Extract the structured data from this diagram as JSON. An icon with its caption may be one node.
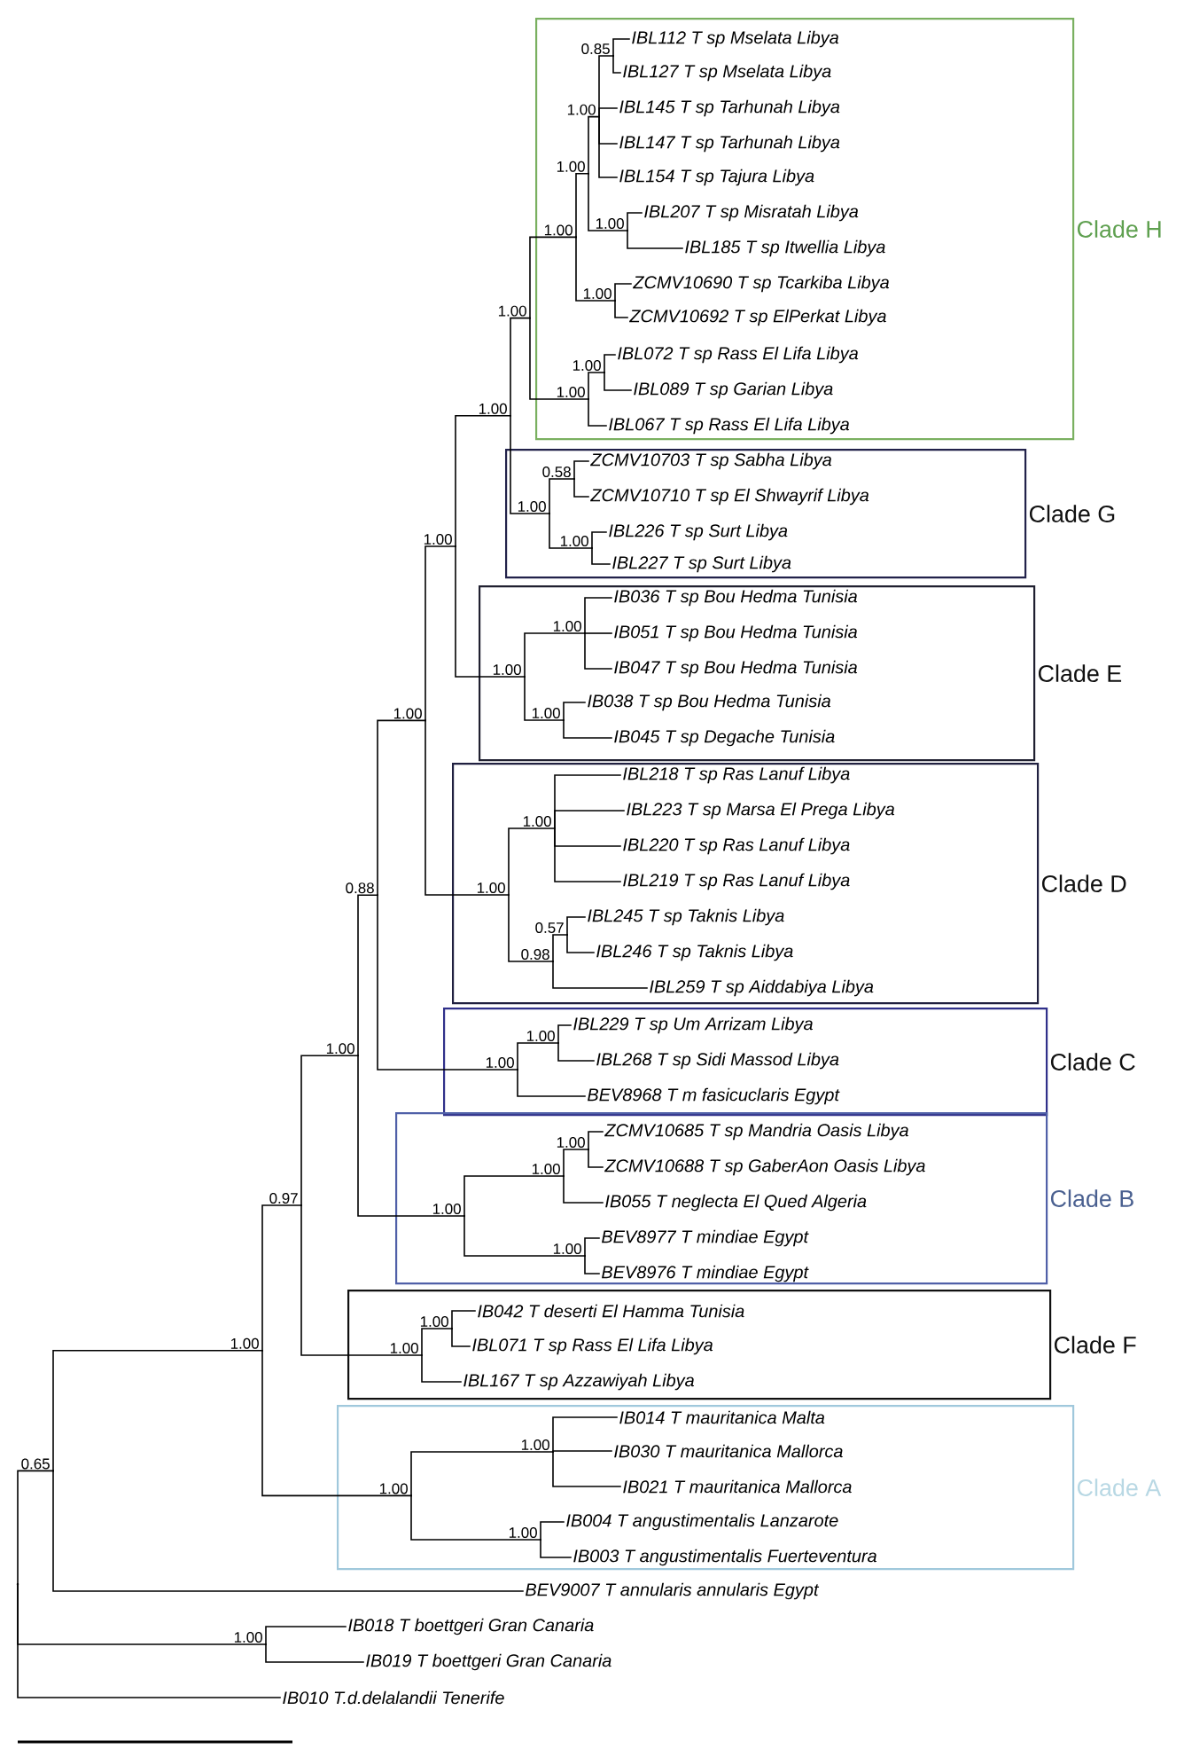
{
  "diagram": {
    "nodes": [
      {
        "text": [],
        "shape": "point"
      },
      {
        "text": [
          "0.65"
        ]
      },
      {
        "text": [
          "1.00"
        ]
      },
      {
        "text": [
          "0.97"
        ]
      },
      {
        "text": [
          "1.00"
        ]
      },
      {
        "text": [
          "0.88"
        ]
      },
      {
        "text": [
          "1.00"
        ]
      },
      {
        "text": [
          "1.00"
        ]
      },
      {
        "text": [
          "1.00"
        ]
      },
      {
        "text": [
          "1.00"
        ]
      },
      {
        "text": [
          "Clade H"
        ]
      },
      {
        "text": [
          "1.00"
        ],
        "in": 10
      },
      {
        "text": [
          "1.00"
        ],
        "in": 10
      },
      {
        "text": [
          "1.00"
        ],
        "in": 10
      },
      {
        "text": [
          "0.85"
        ],
        "in": 10
      },
      {
        "text": [
          "IBL112 T sp Mselata Libya"
        ],
        "in": 10
      },
      {
        "text": [
          "IBL127 T sp Mselata Libya"
        ],
        "in": 10
      },
      {
        "text": [
          "IBL145 T sp Tarhunah Libya"
        ],
        "in": 10
      },
      {
        "text": [
          "IBL147 T sp Tarhunah Libya"
        ],
        "in": 10
      },
      {
        "text": [
          "IBL154 T sp Tajura Libya"
        ],
        "in": 10
      },
      {
        "text": [
          "1.00"
        ],
        "in": 10
      },
      {
        "text": [
          "IBL207 T sp Misratah Libya"
        ],
        "in": 10
      },
      {
        "text": [
          "IBL185 T sp Itwellia Libya"
        ],
        "in": 10
      },
      {
        "text": [
          "1.00"
        ],
        "in": 10
      },
      {
        "text": [
          "ZCMV10690 T sp Tcarkiba Libya"
        ],
        "in": 10
      },
      {
        "text": [
          "ZCMV10692 T sp ElPerkat Libya"
        ],
        "in": 10
      },
      {
        "text": [
          "1.00"
        ],
        "in": 10
      },
      {
        "text": [
          "1.00"
        ],
        "in": 10
      },
      {
        "text": [
          "IBL072 T sp Rass El Lifa Libya"
        ],
        "in": 10
      },
      {
        "text": [
          "IBL089 T sp Garian Libya"
        ],
        "in": 10
      },
      {
        "text": [
          "IBL067 T sp Rass El Lifa Libya"
        ],
        "in": 10
      },
      {
        "text": [
          "Clade G"
        ]
      },
      {
        "text": [
          "1.00"
        ],
        "in": 31
      },
      {
        "text": [
          "0.58"
        ],
        "in": 31
      },
      {
        "text": [
          "ZCMV10703 T sp Sabha Libya"
        ],
        "in": 31
      },
      {
        "text": [
          "ZCMV10710 T sp El Shwayrif Libya"
        ],
        "in": 31
      },
      {
        "text": [
          "1.00"
        ],
        "in": 31
      },
      {
        "text": [
          "IBL226 T sp Surt Libya"
        ],
        "in": 31
      },
      {
        "text": [
          "IBL227 T sp Surt Libya"
        ],
        "in": 31
      },
      {
        "text": [
          "Clade E"
        ]
      },
      {
        "text": [
          "1.00"
        ],
        "in": 39
      },
      {
        "text": [
          "1.00"
        ],
        "in": 39
      },
      {
        "text": [
          "IB036 T sp Bou Hedma Tunisia"
        ],
        "in": 39
      },
      {
        "text": [
          "IB051 T sp Bou Hedma Tunisia"
        ],
        "in": 39
      },
      {
        "text": [
          "IB047 T sp Bou Hedma Tunisia"
        ],
        "in": 39
      },
      {
        "text": [
          "1.00"
        ],
        "in": 39
      },
      {
        "text": [
          "IB038 T sp Bou Hedma Tunisia"
        ],
        "in": 39
      },
      {
        "text": [
          "IB045 T sp Degache Tunisia"
        ],
        "in": 39
      },
      {
        "text": [
          "Clade D"
        ]
      },
      {
        "text": [
          "1.00"
        ],
        "in": 48
      },
      {
        "text": [
          "1.00"
        ],
        "in": 48
      },
      {
        "text": [
          "IBL218 T sp Ras Lanuf Libya"
        ],
        "in": 48
      },
      {
        "text": [
          "IBL223 T sp Marsa El Prega Libya"
        ],
        "in": 48
      },
      {
        "text": [
          "IBL220 T sp Ras Lanuf Libya"
        ],
        "in": 48
      },
      {
        "text": [
          "IBL219 T sp Ras Lanuf Libya"
        ],
        "in": 48
      },
      {
        "text": [
          "0.98"
        ],
        "in": 48
      },
      {
        "text": [
          "0.57"
        ],
        "in": 48
      },
      {
        "text": [
          "IBL245 T sp Taknis Libya"
        ],
        "in": 48
      },
      {
        "text": [
          "IBL246 T sp Taknis Libya"
        ],
        "in": 48
      },
      {
        "text": [
          "IBL259 T sp Aiddabiya Libya"
        ],
        "in": 48
      },
      {
        "text": [
          "Clade C"
        ]
      },
      {
        "text": [
          "1.00"
        ],
        "in": 60
      },
      {
        "text": [
          "1.00"
        ],
        "in": 60
      },
      {
        "text": [
          "IBL229 T sp Um Arrizam Libya"
        ],
        "in": 60
      },
      {
        "text": [
          "IBL268 T sp Sidi Massod Libya"
        ],
        "in": 60
      },
      {
        "text": [
          "BEV8968 T m fasicuclaris Egypt"
        ],
        "in": 60
      },
      {
        "text": [
          "Clade B"
        ]
      },
      {
        "text": [
          "1.00"
        ],
        "in": 66
      },
      {
        "text": [
          "1.00"
        ],
        "in": 66
      },
      {
        "text": [
          "1.00"
        ],
        "in": 66
      },
      {
        "text": [
          "ZCMV10685 T sp Mandria Oasis Libya"
        ],
        "in": 66
      },
      {
        "text": [
          "ZCMV10688 T sp GaberAon Oasis Libya"
        ],
        "in": 66
      },
      {
        "text": [
          "IB055 T neglecta El Qued Algeria"
        ],
        "in": 66
      },
      {
        "text": [
          "1.00"
        ],
        "in": 66
      },
      {
        "text": [
          "BEV8977 T mindiae Egypt"
        ],
        "in": 66
      },
      {
        "text": [
          "BEV8976 T mindiae Egypt"
        ],
        "in": 66
      },
      {
        "text": [
          "Clade F"
        ]
      },
      {
        "text": [
          "1.00"
        ],
        "in": 76
      },
      {
        "text": [
          "1.00"
        ],
        "in": 76
      },
      {
        "text": [
          "IB042 T deserti El Hamma Tunisia"
        ],
        "in": 76
      },
      {
        "text": [
          "IBL071 T sp Rass El Lifa Libya"
        ],
        "in": 76
      },
      {
        "text": [
          "IBL167 T sp Azzawiyah Libya"
        ],
        "in": 76
      },
      {
        "text": [
          "Clade A"
        ]
      },
      {
        "text": [
          "1.00"
        ],
        "in": 82
      },
      {
        "text": [
          "1.00"
        ],
        "in": 82
      },
      {
        "text": [
          "IB014 T mauritanica Malta"
        ],
        "in": 82
      },
      {
        "text": [
          "IB030 T mauritanica Mallorca"
        ],
        "in": 82
      },
      {
        "text": [
          "IB021 T mauritanica Mallorca"
        ],
        "in": 82
      },
      {
        "text": [
          "1.00"
        ],
        "in": 82
      },
      {
        "text": [
          "IB004 T angustimentalis Lanzarote"
        ],
        "in": 82
      },
      {
        "text": [
          "IB003 T angustimentalis Fuerteventura"
        ],
        "in": 82
      },
      {
        "text": [
          "BEV9007 T annularis annularis Egypt"
        ]
      },
      {
        "text": [
          "1.00"
        ]
      },
      {
        "text": [
          "IB018 T boettgeri Gran Canaria"
        ]
      },
      {
        "text": [
          "IB019 T boettgeri Gran Canaria"
        ]
      },
      {
        "text": [
          "IB010 T.d.delalandii Tenerife"
        ]
      }
    ],
    "edges": [
      {
        "from": 0,
        "to": 1,
        "arrow": "none"
      },
      {
        "from": 0,
        "to": 92,
        "arrow": "none"
      },
      {
        "from": 0,
        "to": 95,
        "arrow": "none"
      },
      {
        "from": 1,
        "to": 2,
        "arrow": "none"
      },
      {
        "from": 1,
        "to": 91,
        "arrow": "none"
      },
      {
        "from": 2,
        "to": 3,
        "arrow": "none"
      },
      {
        "from": 2,
        "to": 83,
        "arrow": "none"
      },
      {
        "from": 3,
        "to": 4,
        "arrow": "none"
      },
      {
        "from": 3,
        "to": 77,
        "arrow": "none"
      },
      {
        "from": 4,
        "to": 5,
        "arrow": "none"
      },
      {
        "from": 4,
        "to": 67,
        "arrow": "none"
      },
      {
        "from": 5,
        "to": 6,
        "arrow": "none"
      },
      {
        "from": 5,
        "to": 61,
        "arrow": "none"
      },
      {
        "from": 6,
        "to": 7,
        "arrow": "none"
      },
      {
        "from": 6,
        "to": 49,
        "arrow": "none"
      },
      {
        "from": 7,
        "to": 8,
        "arrow": "none"
      },
      {
        "from": 7,
        "to": 40,
        "arrow": "none"
      },
      {
        "from": 8,
        "to": 9,
        "arrow": "none"
      },
      {
        "from": 8,
        "to": 32,
        "arrow": "none"
      },
      {
        "from": 9,
        "to": 11,
        "arrow": "none"
      },
      {
        "from": 9,
        "to": 26,
        "arrow": "none"
      },
      {
        "from": 11,
        "to": 12,
        "arrow": "none"
      },
      {
        "from": 11,
        "to": 23,
        "arrow": "none"
      },
      {
        "from": 12,
        "to": 13,
        "arrow": "none"
      },
      {
        "from": 12,
        "to": 20,
        "arrow": "none"
      },
      {
        "from": 13,
        "to": 14,
        "arrow": "none"
      },
      {
        "from": 13,
        "to": 17,
        "arrow": "none"
      },
      {
        "from": 13,
        "to": 18,
        "arrow": "none"
      },
      {
        "from": 13,
        "to": 19,
        "arrow": "none"
      },
      {
        "from": 14,
        "to": 15,
        "arrow": "none"
      },
      {
        "from": 14,
        "to": 16,
        "arrow": "none"
      },
      {
        "from": 20,
        "to": 21,
        "arrow": "none"
      },
      {
        "from": 20,
        "to": 22,
        "arrow": "none"
      },
      {
        "from": 23,
        "to": 24,
        "arrow": "none"
      },
      {
        "from": 23,
        "to": 25,
        "arrow": "none"
      },
      {
        "from": 26,
        "to": 27,
        "arrow": "none"
      },
      {
        "from": 26,
        "to": 30,
        "arrow": "none"
      },
      {
        "from": 27,
        "to": 28,
        "arrow": "none"
      },
      {
        "from": 27,
        "to": 29,
        "arrow": "none"
      },
      {
        "from": 32,
        "to": 33,
        "arrow": "none"
      },
      {
        "from": 32,
        "to": 36,
        "arrow": "none"
      },
      {
        "from": 33,
        "to": 34,
        "arrow": "none"
      },
      {
        "from": 33,
        "to": 35,
        "arrow": "none"
      },
      {
        "from": 36,
        "to": 37,
        "arrow": "none"
      },
      {
        "from": 36,
        "to": 38,
        "arrow": "none"
      },
      {
        "from": 40,
        "to": 41,
        "arrow": "none"
      },
      {
        "from": 40,
        "to": 45,
        "arrow": "none"
      },
      {
        "from": 41,
        "to": 42,
        "arrow": "none"
      },
      {
        "from": 41,
        "to": 43,
        "arrow": "none"
      },
      {
        "from": 41,
        "to": 44,
        "arrow": "none"
      },
      {
        "from": 45,
        "to": 46,
        "arrow": "none"
      },
      {
        "from": 45,
        "to": 47,
        "arrow": "none"
      },
      {
        "from": 49,
        "to": 50,
        "arrow": "none"
      },
      {
        "from": 49,
        "to": 55,
        "arrow": "none"
      },
      {
        "from": 50,
        "to": 51,
        "arrow": "none"
      },
      {
        "from": 50,
        "to": 52,
        "arrow": "none"
      },
      {
        "from": 50,
        "to": 53,
        "arrow": "none"
      },
      {
        "from": 50,
        "to": 54,
        "arrow": "none"
      },
      {
        "from": 55,
        "to": 56,
        "arrow": "none"
      },
      {
        "from": 55,
        "to": 59,
        "arrow": "none"
      },
      {
        "from": 56,
        "to": 57,
        "arrow": "none"
      },
      {
        "from": 56,
        "to": 58,
        "arrow": "none"
      },
      {
        "from": 61,
        "to": 62,
        "arrow": "none"
      },
      {
        "from": 61,
        "to": 65,
        "arrow": "none"
      },
      {
        "from": 62,
        "to": 63,
        "arrow": "none"
      },
      {
        "from": 62,
        "to": 64,
        "arrow": "none"
      },
      {
        "from": 67,
        "to": 68,
        "arrow": "none"
      },
      {
        "from": 67,
        "to": 73,
        "arrow": "none"
      },
      {
        "from": 68,
        "to": 69,
        "arrow": "none"
      },
      {
        "from": 68,
        "to": 72,
        "arrow": "none"
      },
      {
        "from": 69,
        "to": 70,
        "arrow": "none"
      },
      {
        "from": 69,
        "to": 71,
        "arrow": "none"
      },
      {
        "from": 73,
        "to": 74,
        "arrow": "none"
      },
      {
        "from": 73,
        "to": 75,
        "arrow": "none"
      },
      {
        "from": 77,
        "to": 78,
        "arrow": "none"
      },
      {
        "from": 77,
        "to": 81,
        "arrow": "none"
      },
      {
        "from": 78,
        "to": 79,
        "arrow": "none"
      },
      {
        "from": 78,
        "to": 80,
        "arrow": "none"
      },
      {
        "from": 83,
        "to": 84,
        "arrow": "none"
      },
      {
        "from": 83,
        "to": 88,
        "arrow": "none"
      },
      {
        "from": 84,
        "to": 85,
        "arrow": "none"
      },
      {
        "from": 84,
        "to": 86,
        "arrow": "none"
      },
      {
        "from": 84,
        "to": 87,
        "arrow": "none"
      },
      {
        "from": 88,
        "to": 89,
        "arrow": "none"
      },
      {
        "from": 88,
        "to": 90,
        "arrow": "none"
      },
      {
        "from": 92,
        "to": 93,
        "arrow": "none"
      },
      {
        "from": 92,
        "to": 94,
        "arrow": "none"
      }
    ]
  }
}
